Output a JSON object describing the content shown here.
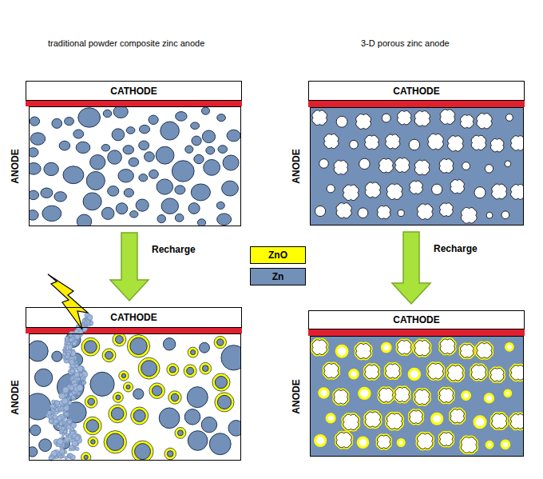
{
  "diagram": {
    "nodes": [
      {
        "text": [
          "CATHODE"
        ]
      },
      {
        "text": [
          "ANODE"
        ]
      },
      {
        "text": [
          "CATHODE"
        ]
      },
      {
        "text": [
          "ANODE"
        ]
      },
      {
        "text": [
          "CATHODE"
        ]
      },
      {
        "text": [
          "ANODE"
        ]
      },
      {
        "text": [
          "CATHODE"
        ]
      },
      {
        "text": [
          "ANODE"
        ]
      }
    ],
    "edges": [
      {
        "from": 1,
        "to": 4,
        "label": "Recharge",
        "arrow": "to"
      },
      {
        "from": 3,
        "to": 6,
        "label": "Recharge",
        "arrow": "to"
      }
    ],
    "labels": [
      "traditional powder composite zinc anode",
      "3-D porous zinc anode"
    ],
    "legend": [
      {
        "text": "ZnO",
        "color": "#ffff00"
      },
      {
        "text": "Zn",
        "color": "#7390b8"
      }
    ]
  }
}
